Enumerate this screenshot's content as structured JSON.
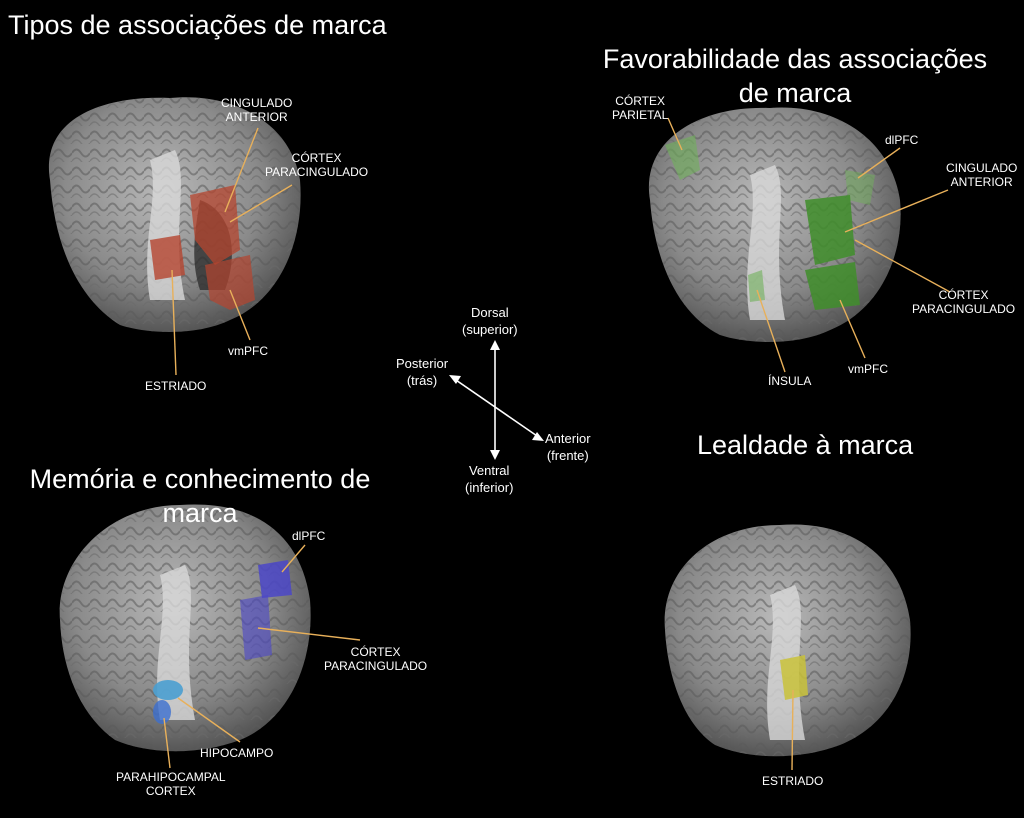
{
  "panels": {
    "tipos": {
      "title": "Tipos de associações de marca",
      "region_color": "#b5452f",
      "labels": {
        "cingulado": "CINGULADO\nANTERIOR",
        "cortex_para": "CÓRTEX\nPARACINGULADO",
        "vmpfc": "vmPFC",
        "estriado": "ESTRIADO"
      }
    },
    "favorabilidade": {
      "title": "Favorabilidade das associações\nde marca",
      "region_color": "#3f8e2a",
      "labels": {
        "cortex_parietal": "CÓRTEX\nPARIETAL",
        "dlpfc": "dlPFC",
        "cingulado": "CINGULADO\nANTERIOR",
        "cortex_para": "CÓRTEX\nPARACINGULADO",
        "insula": "ÍNSULA",
        "vmpfc": "vmPFC"
      }
    },
    "memoria": {
      "title": "Memória e conhecimento de\nmarca",
      "region_color": "#4b46c8",
      "labels": {
        "dlpfc": "dlPFC",
        "cortex_para": "CÓRTEX\nPARACINGULADO",
        "hipocampo": "HIPOCAMPO",
        "parahipo": "PARAHIPOCAMPAL\nCORTEX"
      }
    },
    "lealdade": {
      "title": "Lealdade à marca",
      "region_color": "#c9c23a",
      "labels": {
        "estriado": "ESTRIADO"
      }
    }
  },
  "axes": {
    "dorsal": "Dorsal\n(superior)",
    "ventral": "Ventral\n(inferior)",
    "posterior": "Posterior\n(trás)",
    "anterior": "Anterior\n(frente)"
  },
  "leader_color": "#e8b05a"
}
